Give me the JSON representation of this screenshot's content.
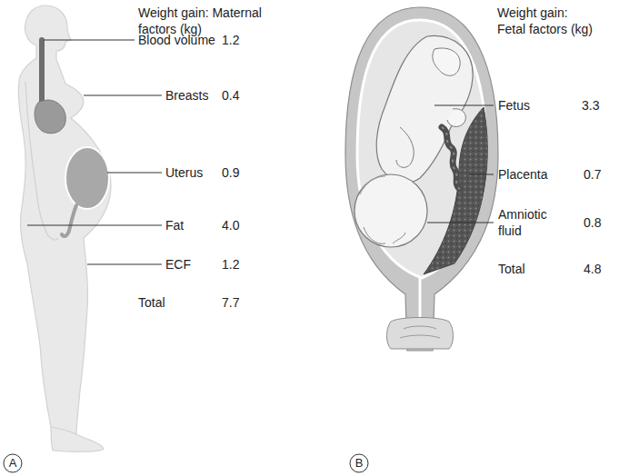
{
  "diagram": {
    "nodes": [
      {
        "text": [
          "A"
        ]
      },
      {
        "text": [
          "B"
        ]
      }
    ],
    "labels": [
      "Weight gain: Maternal factors (kg)",
      "Blood volume",
      "1.2",
      "Breasts",
      "0.4",
      "Uterus",
      "0.9",
      "Fat",
      "4.0",
      "ECF",
      "1.2",
      "Total",
      "7.7",
      "Weight gain: Fetal factors (kg)",
      "Fetus",
      "3.3",
      "Placenta",
      "0.7",
      "Amniotic fluid",
      "0.8",
      "Total",
      "4.8"
    ]
  }
}
